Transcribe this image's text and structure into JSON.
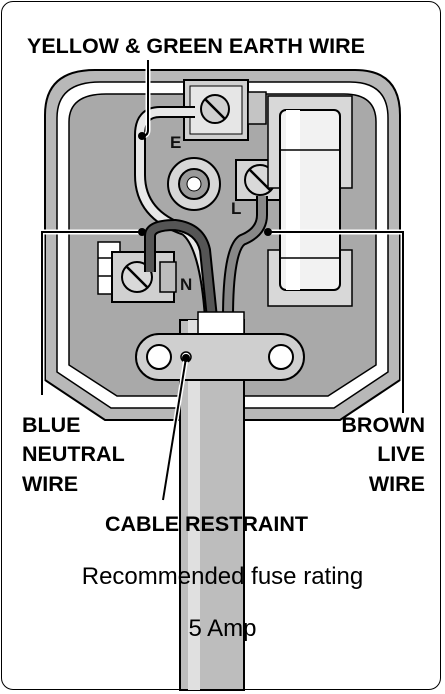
{
  "labels": {
    "earth": "YELLOW & GREEN EARTH WIRE",
    "neutral": [
      "BLUE",
      "NEUTRAL",
      "WIRE"
    ],
    "live": [
      "BROWN",
      "LIVE",
      "WIRE"
    ],
    "restraint": "CABLE RESTRAINT"
  },
  "terminals": {
    "earth": "E",
    "live": "L",
    "neutral": "N"
  },
  "caption": {
    "line1": "Recommended fuse rating",
    "line2": "5 Amp"
  }
}
